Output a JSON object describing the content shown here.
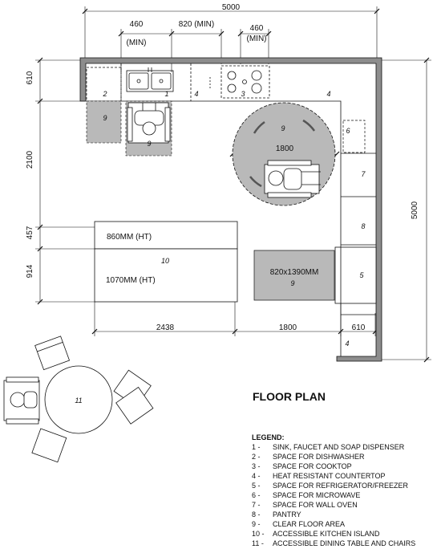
{
  "title": "FLOOR PLAN",
  "dimensions": {
    "top_overall": "5000",
    "sink_clearance": "460",
    "sink_min": "(MIN)",
    "counter_between": "820 (MIN)",
    "cooktop_clearance": "460",
    "cooktop_min": "(MIN)",
    "left_depth": "610",
    "left_run": "2100",
    "island_gap": "457",
    "island_depth": "914",
    "right_overall": "5000",
    "circle_diameter": "1800",
    "bottom_island": "2438",
    "bottom_aisle": "1800",
    "bottom_right": "610",
    "island_height_high": "860MM (HT)",
    "island_height_low": "1070MM (HT)",
    "clear_area_size": "820x1390MM"
  },
  "numbers": {
    "n1": "1",
    "n2": "2",
    "n3": "3",
    "n4": "4",
    "n5": "5",
    "n6": "6",
    "n7": "7",
    "n8": "8",
    "n9": "9",
    "n10": "10",
    "n11": "11"
  },
  "legend": {
    "heading": "LEGEND:",
    "items": [
      {
        "num": "1 -",
        "text": "SINK, FAUCET AND SOAP DISPENSER"
      },
      {
        "num": "2 -",
        "text": "SPACE FOR DISHWASHER"
      },
      {
        "num": "3 -",
        "text": "SPACE FOR COOKTOP"
      },
      {
        "num": "4 -",
        "text": "HEAT RESISTANT COUNTERTOP"
      },
      {
        "num": "5 -",
        "text": "SPACE FOR REFRIGERATOR/FREEZER"
      },
      {
        "num": "6 -",
        "text": "SPACE FOR MICROWAVE"
      },
      {
        "num": "7 -",
        "text": "SPACE FOR WALL OVEN"
      },
      {
        "num": "8 -",
        "text": "PANTRY"
      },
      {
        "num": "9 -",
        "text": "CLEAR FLOOR AREA"
      },
      {
        "num": "10 -",
        "text": "ACCESSIBLE KITCHEN ISLAND"
      },
      {
        "num": "11 -",
        "text": "ACCESSIBLE DINING TABLE AND CHAIRS"
      }
    ]
  }
}
